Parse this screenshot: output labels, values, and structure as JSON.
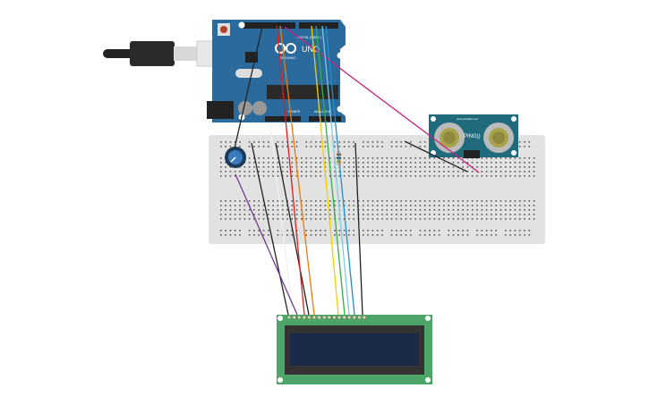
{
  "arduino": {
    "brand": "ARDUINO",
    "model": "UNO",
    "digital_label": "DIGITAL (PWM~)",
    "power_label": "POWER",
    "analog_label": "ANALOG IN",
    "color": "#2b6a9c"
  },
  "sensor": {
    "name": "PING))",
    "site": "www.parallax.com",
    "color": "#1f6a7c"
  },
  "lcd": {
    "board_color": "#4ea56a",
    "screen_color": "#1c2a4a"
  },
  "breadboard": {
    "color": "#e2e2e2"
  },
  "wires": {
    "colors": [
      "#222222",
      "#e01e1e",
      "#ee7a10",
      "#c8217f",
      "#f2d000",
      "#33b04a",
      "#7ecbe0",
      "#1f8fd0",
      "#6e3b96",
      "#f2f2f2"
    ]
  }
}
